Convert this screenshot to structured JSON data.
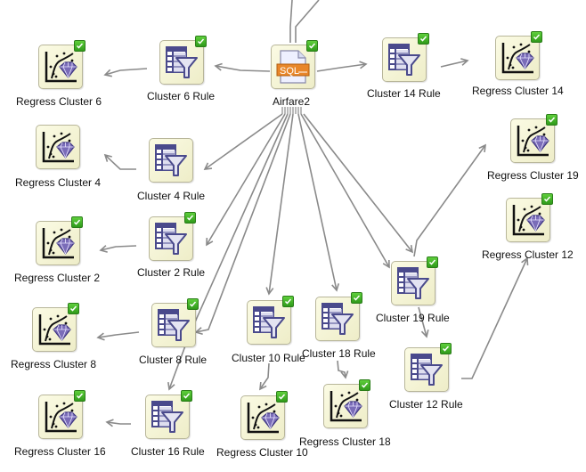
{
  "diagram": {
    "nodes": [
      {
        "id": "airfare2",
        "label": "Airfare2",
        "type": "sql-source",
        "status": "complete"
      },
      {
        "id": "c6rule",
        "label": "Cluster 6 Rule",
        "type": "filter",
        "status": "complete"
      },
      {
        "id": "rc6",
        "label": "Regress Cluster 6",
        "type": "regression",
        "status": "complete"
      },
      {
        "id": "c14rule",
        "label": "Cluster 14 Rule",
        "type": "filter",
        "status": "complete"
      },
      {
        "id": "rc14",
        "label": "Regress Cluster 14",
        "type": "regression",
        "status": "complete"
      },
      {
        "id": "c4rule",
        "label": "Cluster 4 Rule",
        "type": "filter",
        "status": "none"
      },
      {
        "id": "rc4",
        "label": "Regress Cluster 4",
        "type": "regression",
        "status": "none"
      },
      {
        "id": "rc19",
        "label": "Regress Cluster 19",
        "type": "regression",
        "status": "complete"
      },
      {
        "id": "c2rule",
        "label": "Cluster 2 Rule",
        "type": "filter",
        "status": "complete"
      },
      {
        "id": "rc2",
        "label": "Regress Cluster 2",
        "type": "regression",
        "status": "complete"
      },
      {
        "id": "rc12",
        "label": "Regress Cluster 12",
        "type": "regression",
        "status": "complete"
      },
      {
        "id": "c19rule",
        "label": "Cluster 19 Rule",
        "type": "filter",
        "status": "complete"
      },
      {
        "id": "c8rule",
        "label": "Cluster 8 Rule",
        "type": "filter",
        "status": "complete"
      },
      {
        "id": "rc8",
        "label": "Regress Cluster 8",
        "type": "regression",
        "status": "complete"
      },
      {
        "id": "c10rule",
        "label": "Cluster 10 Rule",
        "type": "filter",
        "status": "complete"
      },
      {
        "id": "c18rule",
        "label": "Cluster 18 Rule",
        "type": "filter",
        "status": "complete"
      },
      {
        "id": "c12rule",
        "label": "Cluster 12 Rule",
        "type": "filter",
        "status": "complete"
      },
      {
        "id": "c16rule",
        "label": "Cluster 16 Rule",
        "type": "filter",
        "status": "complete"
      },
      {
        "id": "rc16",
        "label": "Regress Cluster 16",
        "type": "regression",
        "status": "complete"
      },
      {
        "id": "rc10",
        "label": "Regress Cluster 10",
        "type": "regression",
        "status": "complete"
      },
      {
        "id": "rc18",
        "label": "Regress Cluster 18",
        "type": "regression",
        "status": "complete"
      }
    ],
    "edges": [
      {
        "from": "airfare2",
        "to": "c6rule"
      },
      {
        "from": "airfare2",
        "to": "c14rule"
      },
      {
        "from": "airfare2",
        "to": "c4rule"
      },
      {
        "from": "airfare2",
        "to": "c2rule"
      },
      {
        "from": "airfare2",
        "to": "c8rule"
      },
      {
        "from": "airfare2",
        "to": "c10rule"
      },
      {
        "from": "airfare2",
        "to": "c18rule"
      },
      {
        "from": "airfare2",
        "to": "c19rule"
      },
      {
        "from": "airfare2",
        "to": "c16rule"
      },
      {
        "from": "airfare2",
        "to": "c12rule"
      },
      {
        "from": "c6rule",
        "to": "rc6"
      },
      {
        "from": "c14rule",
        "to": "rc14"
      },
      {
        "from": "c4rule",
        "to": "rc4"
      },
      {
        "from": "c2rule",
        "to": "rc2"
      },
      {
        "from": "c8rule",
        "to": "rc8"
      },
      {
        "from": "c16rule",
        "to": "rc16"
      },
      {
        "from": "c10rule",
        "to": "rc10"
      },
      {
        "from": "c18rule",
        "to": "rc18"
      },
      {
        "from": "c19rule",
        "to": "rc19"
      },
      {
        "from": "c12rule",
        "to": "rc12"
      }
    ],
    "colors": {
      "edge": "#8a8a8a",
      "tile_fill": "#f4f3d6",
      "tile_border": "#b8b69a",
      "icon_purple": "#4a4a8c",
      "sql_orange": "#e8862a",
      "check_green": "#3fb02a"
    }
  }
}
